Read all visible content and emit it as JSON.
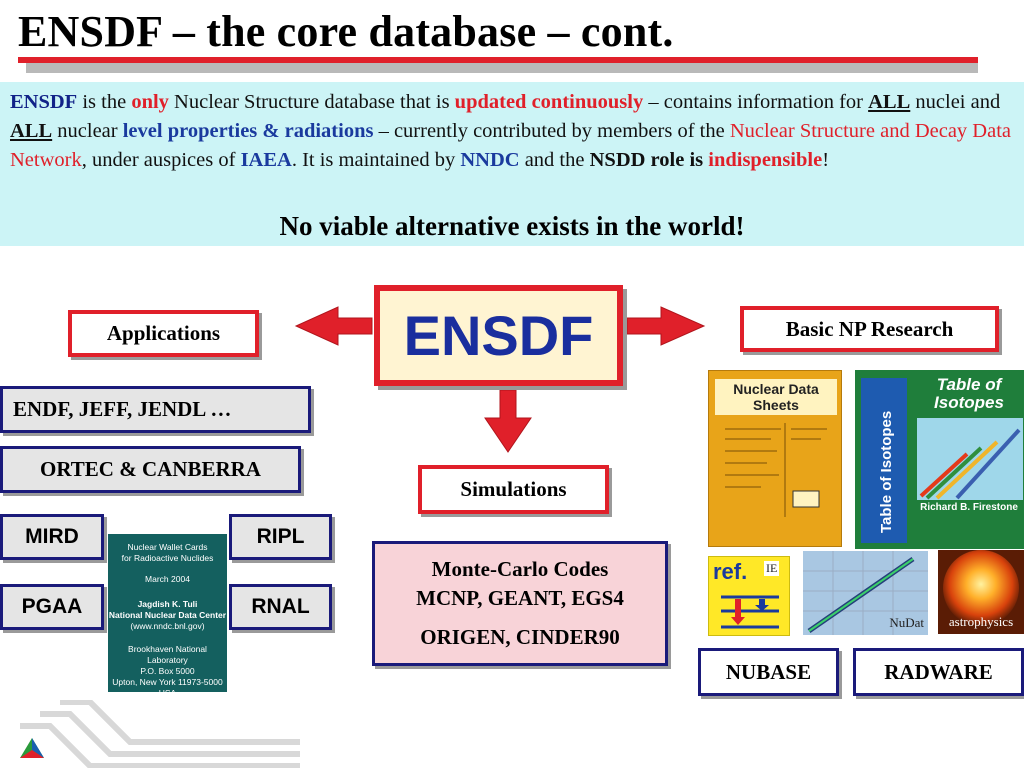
{
  "title": "ENSDF – the core database – cont.",
  "info": {
    "s1": "ENSDF",
    "s2": " is the ",
    "s3": "only",
    "s4": " Nuclear Structure database that is ",
    "s5": "updated continuously",
    "s6": " – contains information for ",
    "s7": "ALL",
    "s8": " nuclei and ",
    "s9": "ALL",
    "s10": " nuclear ",
    "s11": "level properties & radiations",
    "s12": " – currently contributed by members of the ",
    "s13": "Nuclear Structure and Decay Data Network",
    "s14": ", under auspices of ",
    "s15": "IAEA",
    "s16": ". It is maintained by ",
    "s17": "NNDC",
    "s18": " and the ",
    "s19": "NSDD  role is ",
    "s20": "indispensible",
    "s21": "!",
    "last": "No viable alternative exists in the world!"
  },
  "center": "ENSDF",
  "applications": "Applications",
  "basic_research": "Basic NP Research",
  "simulations": "Simulations",
  "left_boxes": {
    "endf": "ENDF, JEFF, JENDL …",
    "ortec": "ORTEC & CANBERRA",
    "mird": "MIRD",
    "ripl": "RIPL",
    "pgaa": "PGAA",
    "rnal": "RNAL"
  },
  "wallet": {
    "l1": "Nuclear Wallet Cards",
    "l2": "for Radioactive Nuclides",
    "l3": "March 2004",
    "l4": "Jagdish K. Tuli",
    "l5": "National Nuclear Data Center",
    "l6": "(www.nndc.bnl.gov)",
    "l7": "Brookhaven National Laboratory",
    "l8": "P.O. Box 5000",
    "l9": "Upton, New York 11973-5000",
    "l10": "USA"
  },
  "monte_carlo": {
    "l1": "Monte-Carlo Codes",
    "l2": "MCNP, GEANT, EGS4",
    "l3": "ORIGEN, CINDER90"
  },
  "covers": {
    "nds": "Nuclear Data Sheets",
    "toi_title": "Table of Isotopes",
    "toi_spine": "Table of Isotopes",
    "toi_author": "Richard B. Firestone",
    "ref": "ref.",
    "ie": "IE",
    "nudat": "NuDat",
    "astro": "astrophysics"
  },
  "bottom_boxes": {
    "nubase": "NUBASE",
    "radware": "RADWARE"
  },
  "colors": {
    "accent_red": "#e0202a",
    "navy": "#1a1a7a",
    "ensdf_blue": "#1a2e9e",
    "info_bg": "#ccf4f6"
  }
}
